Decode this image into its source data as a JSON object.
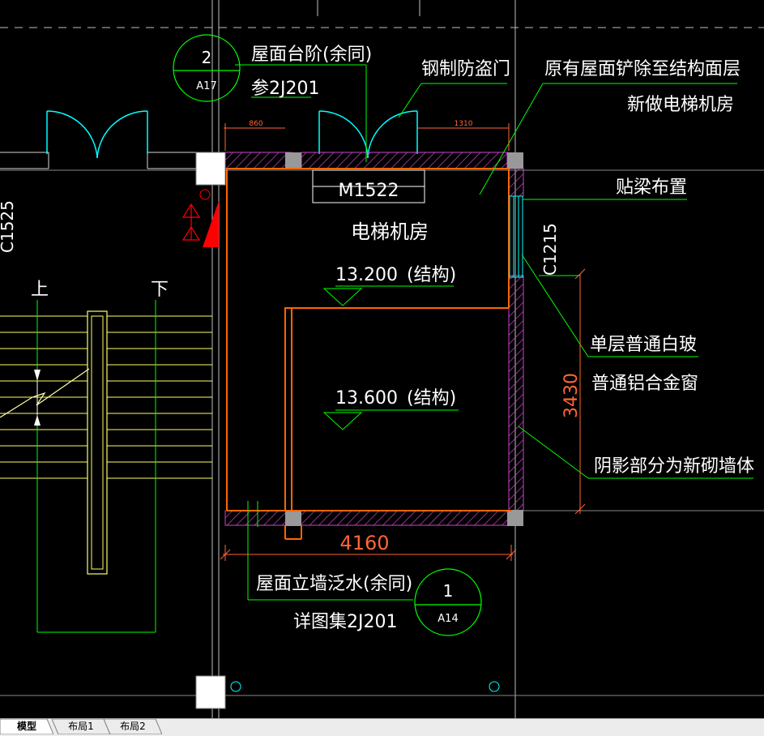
{
  "drawing": {
    "detail_callouts": [
      {
        "number": "2",
        "sheet": "A17"
      },
      {
        "number": "1",
        "sheet": "A14"
      }
    ],
    "notes": {
      "roof_step": "屋面台阶(余同)",
      "roof_step_ref": "参2J201",
      "steel_door": "钢制防盗门",
      "remove_roof": "原有屋面铲除至结构面层",
      "new_room": "新做电梯机房",
      "beam_wall": "贴梁布置",
      "glass": "单层普通白玻",
      "window": "普通铝合金窗",
      "new_wall": "阴影部分为新砌墙体",
      "flashing": "屋面立墙泛水(余同)",
      "flashing_ref": "详图集2J201"
    },
    "room_name": "电梯机房",
    "door_tag": "M1522",
    "window_tag": "C1215",
    "left_window_tag": "C1525",
    "levels": [
      {
        "value": "13.200",
        "note": "(结构)"
      },
      {
        "value": "13.600",
        "note": "(结构)"
      }
    ],
    "dimensions": {
      "width": "4160",
      "height": "3430",
      "small_left": "860",
      "small_right": "1310"
    },
    "stair": {
      "up": "上",
      "down": "下"
    }
  },
  "tabs": [
    {
      "label": "模型",
      "active": true
    },
    {
      "label": "布局1",
      "active": false
    },
    {
      "label": "布局2",
      "active": false
    }
  ],
  "colors": {
    "background": "#000000",
    "wall": "#ff6600",
    "hatch": "#cc44cc",
    "leader": "#00ff00",
    "text": "#ffffff",
    "dimension": "#ff6633",
    "stair": "#ffff66",
    "door": "#00ffff",
    "marker": "#ff0000"
  }
}
